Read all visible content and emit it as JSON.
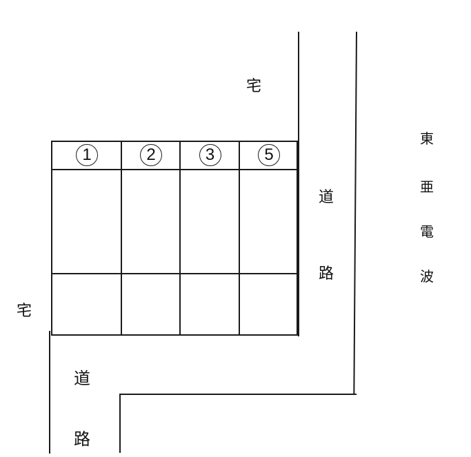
{
  "labels": {
    "residence_top": "宅",
    "residence_left": "宅",
    "road_east": [
      "道",
      "路"
    ],
    "road_south": [
      "道",
      "路"
    ],
    "toa_denpa": [
      "東",
      "亜",
      "電",
      "波"
    ]
  },
  "parking": {
    "spaces": [
      {
        "number": "1"
      },
      {
        "number": "2"
      },
      {
        "number": "3"
      },
      {
        "number": "5"
      }
    ]
  },
  "colors": {
    "line": "#1a1a1a",
    "background": "#ffffff"
  }
}
